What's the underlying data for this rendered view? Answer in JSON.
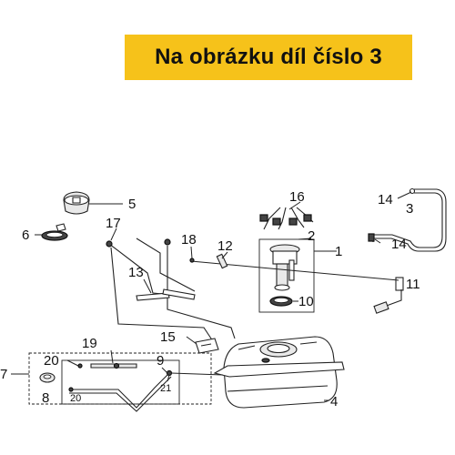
{
  "banner": {
    "text": "Na obrázku díl číslo 3",
    "color": "#f6c21a"
  },
  "callouts": {
    "c1": "1",
    "c2": "2",
    "c3": "3",
    "c4": "4",
    "c5": "5",
    "c6": "6",
    "c7": "7",
    "c8": "8",
    "c9": "9",
    "c10": "10",
    "c11": "11",
    "c12": "12",
    "c13": "13",
    "c14a": "14",
    "c14b": "14",
    "c15": "15",
    "c16": "16",
    "c17": "17",
    "c18": "18",
    "c19": "19",
    "c20a": "20",
    "c20b": "20",
    "c21": "21"
  }
}
